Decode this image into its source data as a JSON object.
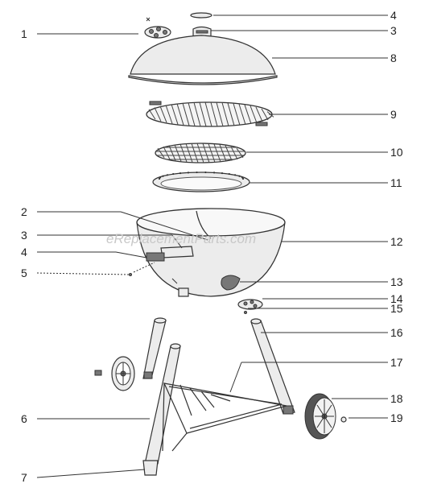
{
  "diagram": {
    "callouts": [
      "4",
      "3",
      "8",
      "9",
      "10",
      "11",
      "12",
      "13",
      "14",
      "15",
      "16",
      "17",
      "18",
      "19",
      "1",
      "2",
      "3",
      "4",
      "5",
      "6",
      "7"
    ],
    "watermark": "eReplacementParts.com"
  }
}
